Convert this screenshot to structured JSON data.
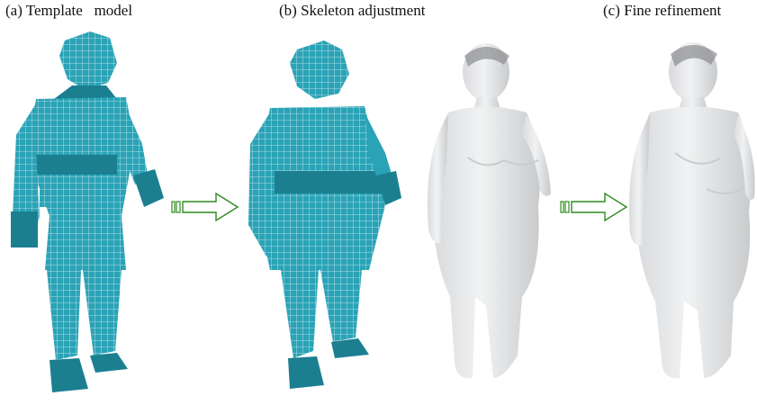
{
  "captions": {
    "a": "(a) Template   model",
    "b": "(b) Skeleton adjustment",
    "c": "(c) Fine refinement"
  },
  "colors": {
    "template_body": "#2aa3b6",
    "template_dark": "#1b7f90",
    "mesh_line": "#e8f6f8",
    "refined_body": "#e9eaeb",
    "refined_shade": "#c9cbcd",
    "hair": "#8a8c8f",
    "arrow": "#2f8a1f"
  },
  "icons": [
    "arrow-right-icon",
    "arrow-right-icon"
  ]
}
